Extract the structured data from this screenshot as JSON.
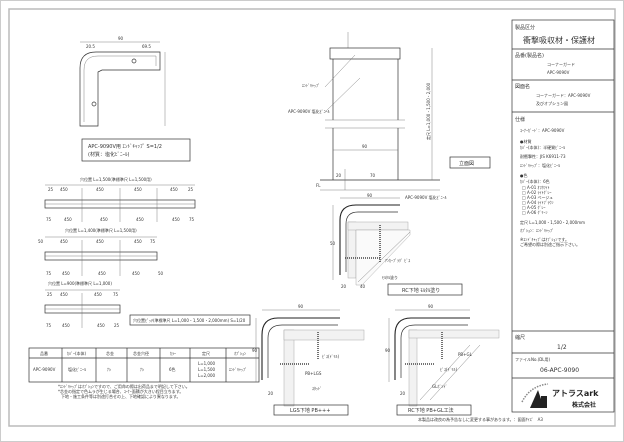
{
  "title_block": {
    "category_label": "製品区分",
    "category_value": "衝撃吸収材・保護材",
    "product_label": "品番(製品名)",
    "product_name": "コーナーガード",
    "product_code": "APC-9090V",
    "drawing_label": "図面名",
    "drawing_name_1": "コーナーガード：APC-9090V",
    "drawing_name_2": "及びオプション図",
    "spec_label": "仕様",
    "spec_lines": [
      "ｺｰﾅｰｶﾞｰﾄﾞ：APC-9090V",
      "●材質",
      "ｶﾊﾞｰ(本体)：半硬質ﾋﾞﾆｰﾙ",
      "耐衝撃性：JIS K6911-73",
      "ｴﾝﾄﾞｷｬｯﾌﾟ：塩化ﾋﾞﾆｰﾙ",
      "●色",
      "ｶﾊﾞｰ(本体)：6色",
      "□ A-01 ｵﾌﾎﾜｲﾄ",
      "□ A-02 ﾗｲﾄｸﾞﾚｰ",
      "□ A-03 ベージュ",
      "□ A-04 ﾗｲﾄﾌﾞﾗｳﾝ",
      "□ A-05 ｸﾞﾚｰ",
      "□ A-06 ｸﾞﾘｰﾝ",
      "定尺 L=1,000・1,500・2,000mm",
      "ｵﾌﾟｼｮﾝ：ｴﾝﾄﾞｷｬｯﾌﾟ",
      "※ｴﾝﾄﾞｷｬｯﾌﾟはｵﾌﾟｼｮﾝです。",
      "ご希望の際は別途ご指示下さい。"
    ],
    "scale_label": "縮尺",
    "scale_value": "1/2",
    "file_label": "ファイルNo.(DL用)",
    "file_value": "06-APC-9090",
    "company_name_1": "アトラスark",
    "company_name_2": "株式会社"
  },
  "footer_note": "本製品は改良の為予告なしに変更する事があります。：図面ｻｲｽﾞ　A3",
  "endcap_view": {
    "caption_1": "APC-9090V用 ｴﾝﾄﾞｷｬｯﾌﾟ S=1/2",
    "caption_2": "(材質：塩化ﾋﾞﾆｰﾙ)",
    "dim_top": "90",
    "dim_left": "20.5",
    "dim_right": "69.5"
  },
  "elevation_view": {
    "label_endcap": "ｴﾝﾄﾞｷｬｯﾌﾟ",
    "label_body": "APC-9090V 塩化ﾋﾞﾆｰﾙ",
    "dim_height": "定尺 L=1,000・1,500・2,000",
    "dim_width": "90",
    "dim_a": "20",
    "dim_b": "70",
    "floor_label": "FL",
    "caption": "立面図"
  },
  "hole_layouts": [
    {
      "title": "穴位置 L=1,500(準標準尺 L=1,500用)",
      "top": [
        "25",
        "450",
        "450",
        "450",
        "450",
        "25"
      ],
      "bottom": [
        "75",
        "450",
        "450",
        "450",
        "450",
        "75"
      ]
    },
    {
      "title": "穴位置 L=1,400(準標準尺 L=1,500用)",
      "top": [
        "50",
        "450",
        "450",
        "450",
        "75"
      ],
      "bottom": [
        "75",
        "450",
        "450",
        "450",
        "50"
      ]
    },
    {
      "title": "穴位置 L=900(準標準尺 L=1,000)",
      "top": [
        "25",
        "450",
        "450",
        "75"
      ],
      "bottom": [
        "75",
        "450",
        "450",
        "25"
      ]
    }
  ],
  "hole_note": "穴位置ﾋﾟｯﾁ(準標準尺 L=1,000・1,500・2,000mm) S=1/20",
  "spec_table": {
    "headers": [
      "品番",
      "ｶﾊﾞｰ(本体)",
      "芯金",
      "芯金穴径",
      "ｶﾗｰ",
      "定尺",
      "ｵﾌﾟｼｮﾝ"
    ],
    "row": [
      "APC-9090V",
      "塩化ﾋﾞﾆｰﾙ",
      "ﾅｼ",
      "ﾅｼ",
      "6色",
      "L=1,000\nL=1,500\nL=2,000",
      "ｴﾝﾄﾞｷｬｯﾌﾟ"
    ],
    "lengths": [
      "L=1,000",
      "L=1,500",
      "L=2,000"
    ],
    "notes": [
      "*ｴﾝﾄﾞｷｬｯﾌﾟはｵﾌﾟｼｮﾝですので、ご用命の際は出荷品まで明記して下さい。",
      "*芯金の指定で色ムラが生じる場合、ｺｰﾅｰ面積が大きい程目立ちます。",
      "下地・施工条件等は別途打合せの上、下地確認により異なります。"
    ]
  },
  "details": [
    {
      "caption": "RC下地 ﾓﾙﾀﾙ塗り",
      "labels": [
        "APC-9090V 塩化ﾋﾞﾆｰﾙ",
        "ｱﾝｶｰﾌﾟﾗｸﾞ ﾋﾞｽ",
        "ﾓﾙﾀﾙ塗り",
        "90",
        "50",
        "20",
        "40"
      ]
    },
    {
      "caption": "LGS下地 PB+++",
      "labels": [
        "90",
        "90",
        "20",
        "ﾋﾞｽ(ﾄﾞﾘﾙ)",
        "PB+LGS",
        "ｽﾀｯﾄﾞ"
      ]
    },
    {
      "caption": "RC下地 PB+GL工法",
      "labels": [
        "90",
        "90",
        "20",
        "PB+GL",
        "ﾋﾞｽ(ﾄﾞﾘﾙ)",
        "GLﾎﾞﾝﾄﾞ"
      ]
    }
  ],
  "colors": {
    "line": "#333333",
    "frame": "#bbbbbb",
    "accent": "#222222"
  }
}
